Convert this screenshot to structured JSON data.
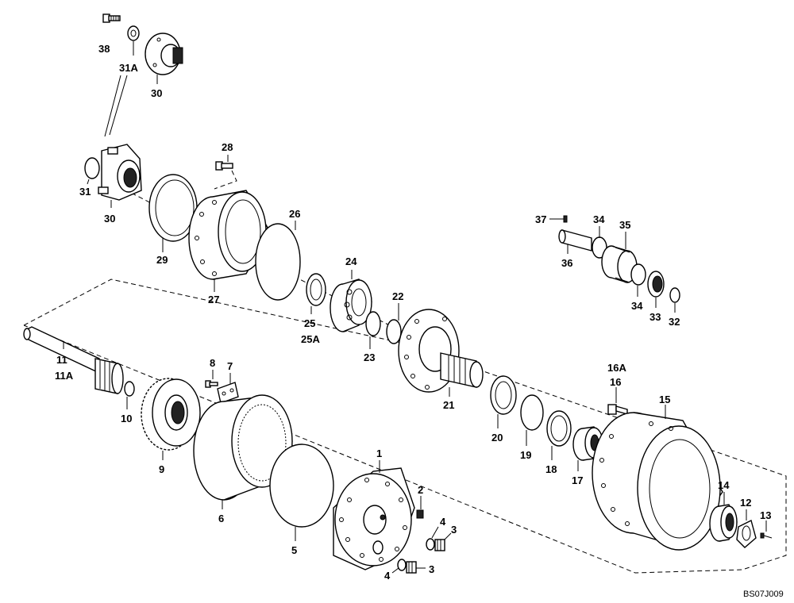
{
  "drawing_code": "BS07J009",
  "callouts": {
    "c38": "38",
    "c31a": "31A",
    "c30_top": "30",
    "c31": "31",
    "c30": "30",
    "c28": "28",
    "c29": "29",
    "c27": "27",
    "c26": "26",
    "c24": "24",
    "c25": "25",
    "c25a": "25A",
    "c23": "23",
    "c22": "22",
    "c21": "21",
    "c37": "37",
    "c34_top": "34",
    "c35": "35",
    "c36": "36",
    "c34": "34",
    "c33": "33",
    "c32": "32",
    "c11": "11",
    "c11a": "11A",
    "c10": "10",
    "c9": "9",
    "c8": "8",
    "c7": "7",
    "c6": "6",
    "c5": "5",
    "c1": "1",
    "c2": "2",
    "c4_upper": "4",
    "c3_upper": "3",
    "c4_lower": "4",
    "c3_lower": "3",
    "c20": "20",
    "c19": "19",
    "c18": "18",
    "c17": "17",
    "c16a": "16A",
    "c16": "16",
    "c15": "15",
    "c14": "14",
    "c12": "12",
    "c13": "13"
  }
}
